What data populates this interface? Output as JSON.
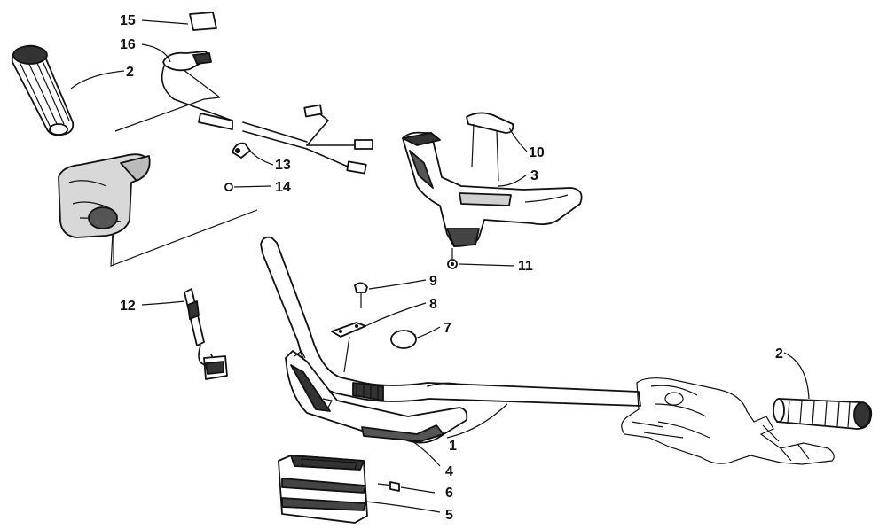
{
  "diagram": {
    "callouts": {
      "c1": "1",
      "c2_left": "2",
      "c2_right": "2",
      "c3": "3",
      "c4": "4",
      "c5": "5",
      "c6": "6",
      "c7": "7",
      "c8": "8",
      "c9": "9",
      "c10": "10",
      "c11": "11",
      "c12": "12",
      "c13": "13",
      "c14": "14",
      "c15": "15",
      "c16": "16"
    }
  }
}
